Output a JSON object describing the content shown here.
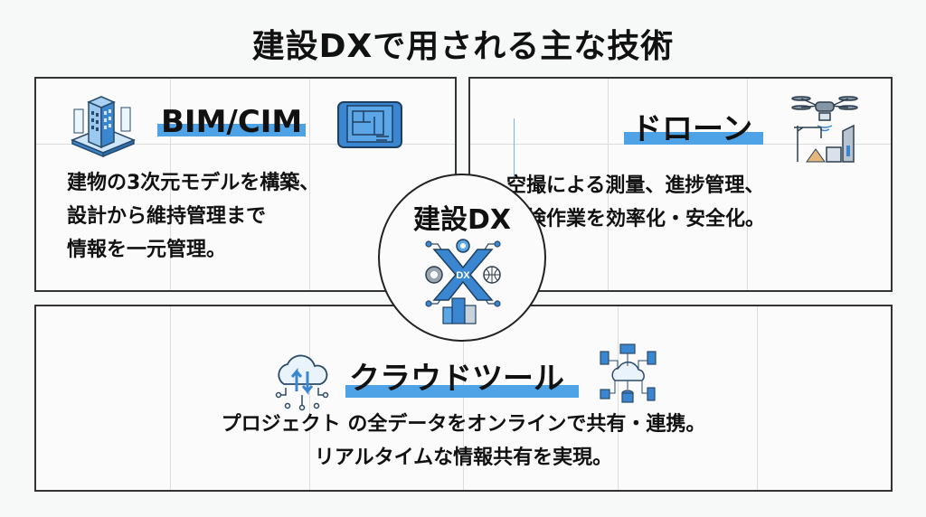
{
  "title": "建設DXで用される主な技術",
  "center": {
    "label": "建設DX",
    "icon_text": "DX",
    "icon": "dx-hub-icon"
  },
  "panels": {
    "bim": {
      "heading": "BIM/CIM",
      "lines": [
        "建物の3次元モデルを構築、",
        "設計から維持管理まで",
        "情報を一元管理。"
      ],
      "icons": [
        "building-model-icon",
        "blueprint-icon"
      ]
    },
    "drone": {
      "heading": "ドローン",
      "lines": [
        "空撮による測量、進捗管理、",
        "点検作業を効率化・安全化。"
      ],
      "icons": [
        "drone-construction-icon"
      ]
    },
    "cloud": {
      "heading": "クラウドツール",
      "lines": [
        "プロジェクト の全データをオンラインで共有・連携。",
        "リアルタイムな情報共有を実現。"
      ],
      "icons": [
        "cloud-sync-icon",
        "cloud-network-icon"
      ]
    }
  },
  "colors": {
    "accent": "#4da3e6",
    "icon_blue": "#3a86d0",
    "icon_light": "#a9d2f2",
    "border": "#333333"
  }
}
